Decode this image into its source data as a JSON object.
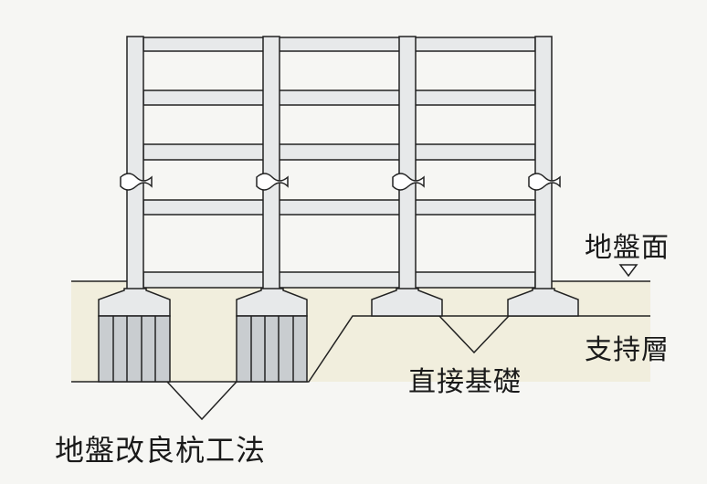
{
  "labels": {
    "ground_level": "地盤面",
    "bearing_layer": "支持層",
    "direct_foundation": "直接基礎",
    "ground_improvement_pile_method": "地盤改良杭工法"
  },
  "colors": {
    "background": "#f6f6f3",
    "soil": "#f1eedd",
    "structure_fill": "#e7e9ea",
    "line": "#222222"
  }
}
